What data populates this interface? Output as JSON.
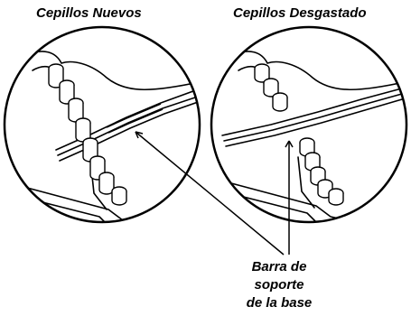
{
  "titles": {
    "left": "Cepillos Nuevos",
    "right": "Cepillos Desgastado"
  },
  "callout": {
    "line1": "Barra de",
    "line2": "soporte",
    "line3": "de la base"
  },
  "colors": {
    "ink": "#000000",
    "paper": "#ffffff"
  }
}
